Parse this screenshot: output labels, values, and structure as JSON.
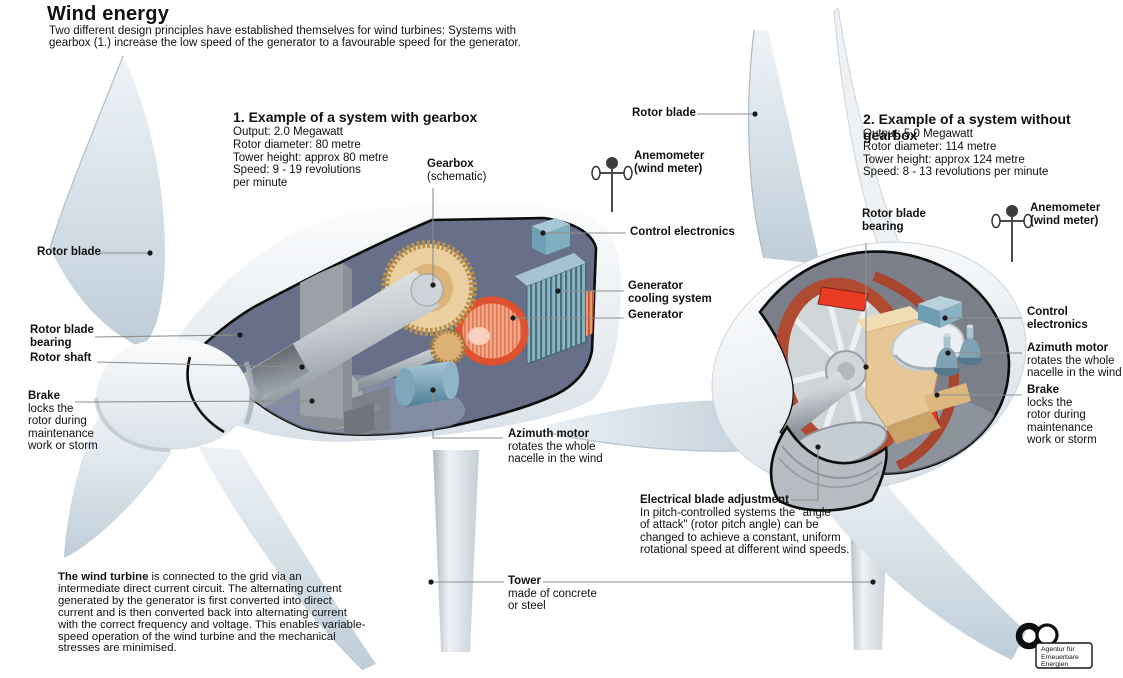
{
  "header": {
    "title": "Wind energy",
    "intro": "Two different design principles have established themselves for wind turbines: Systems with\ngearbox (1.) increase the low speed of the generator to a favourable speed for the generator."
  },
  "system1": {
    "heading": "1. Example of a system with gearbox",
    "specs": "Output: 2.0 Megawatt\nRotor diameter: 80 metre\nTower height: approx 80 metre\nSpeed: 9 - 19 revolutions\nper minute"
  },
  "system2": {
    "heading": "2. Example of a system without gearbox",
    "specs": "Output: 5.0 Megawatt\nRotor diameter: 114 metre\nTower height: approx 124 metre\nSpeed: 8 - 13 revolutions per minute"
  },
  "labels": {
    "rotor_blade_top": "Rotor blade",
    "anemometer_left": "Anemometer\n(wind meter)",
    "gearbox_name": "Gearbox",
    "gearbox_sub": "(schematic)",
    "control_electronics_left": "Control electronics",
    "generator_cooling": "Generator\ncooling system",
    "generator": "Generator",
    "rotor_blade_left": "Rotor blade",
    "rotor_blade_bearing_left": "Rotor blade\nbearing",
    "rotor_shaft": "Rotor shaft",
    "brake_name": "Brake",
    "brake_desc": "locks the\nrotor during\nmaintenance\nwork or storm",
    "azimuth_name": "Azimuth motor",
    "azimuth_desc": "rotates the whole\nnacelle in the wind",
    "tower_name": "Tower",
    "tower_desc": "made of concrete\nor steel",
    "electrical_name": "Electrical blade adjustment",
    "electrical_desc": "In pitch-controlled systems the \"angle\nof attack\" (rotor pitch angle) can be\nchanged to achieve a constant, uniform\nrotational speed at different wind speeds.",
    "rotor_blade_bearing_right": "Rotor blade\nbearing",
    "anemometer_right": "Anemometer\n(wind meter)",
    "control_electronics_right": "Control\nelectronics",
    "azimuth_right_name": "Azimuth motor",
    "azimuth_right_desc": "rotates the whole\nnacelle in the wind",
    "brake_right_name": "Brake",
    "brake_right_desc": "locks the\nrotor during\nmaintenance\nwork or storm"
  },
  "note": {
    "bold": "The wind turbine",
    "rest": " is connected to the grid via an intermediate direct current circuit. The alternating current generated by the generator is first converted into direct current and is then converted back into alternating current with the correct frequency and voltage. This enables variable-speed operation of the wind turbine and the mechanical stresses are minimised."
  },
  "logo": {
    "text": "Agentur für\nErneuerbare\nEnergien",
    "icon": "infinity-logo-icon"
  },
  "icons": {
    "anemometer": "anemometer-icon"
  },
  "colors": {
    "background": "#ffffff",
    "text": "#111111",
    "blade": "#cfdae4",
    "nacelle_interior": "#687089",
    "gear_tan": "#e7c695",
    "generator_orange": "#f3a78b",
    "generator_fins_blue": "#7ba8bd",
    "ring_generator_red": "#b04a31",
    "accent_red": "#ec3b23",
    "steel_gray": "#9aa2a9",
    "leader_line": "#8f8f8f"
  }
}
